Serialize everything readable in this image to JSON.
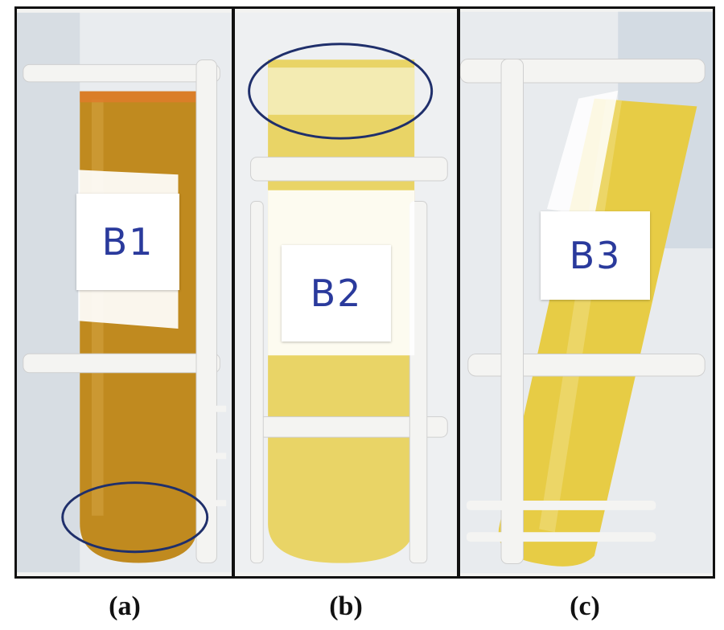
{
  "panels": [
    {
      "id": "a",
      "tube_label": "B1",
      "caption": "(a)",
      "liquid_color": "#c08a1f"
    },
    {
      "id": "b",
      "tube_label": "B2",
      "caption": "(b)",
      "liquid_color": "#e9d466"
    },
    {
      "id": "c",
      "tube_label": "B3",
      "caption": "(c)",
      "liquid_color": "#e7cc45"
    }
  ],
  "colors": {
    "label_text": "#2a3a9c",
    "highlight_ellipse": "#1f2f6b",
    "rack": "#f4f4f2"
  }
}
